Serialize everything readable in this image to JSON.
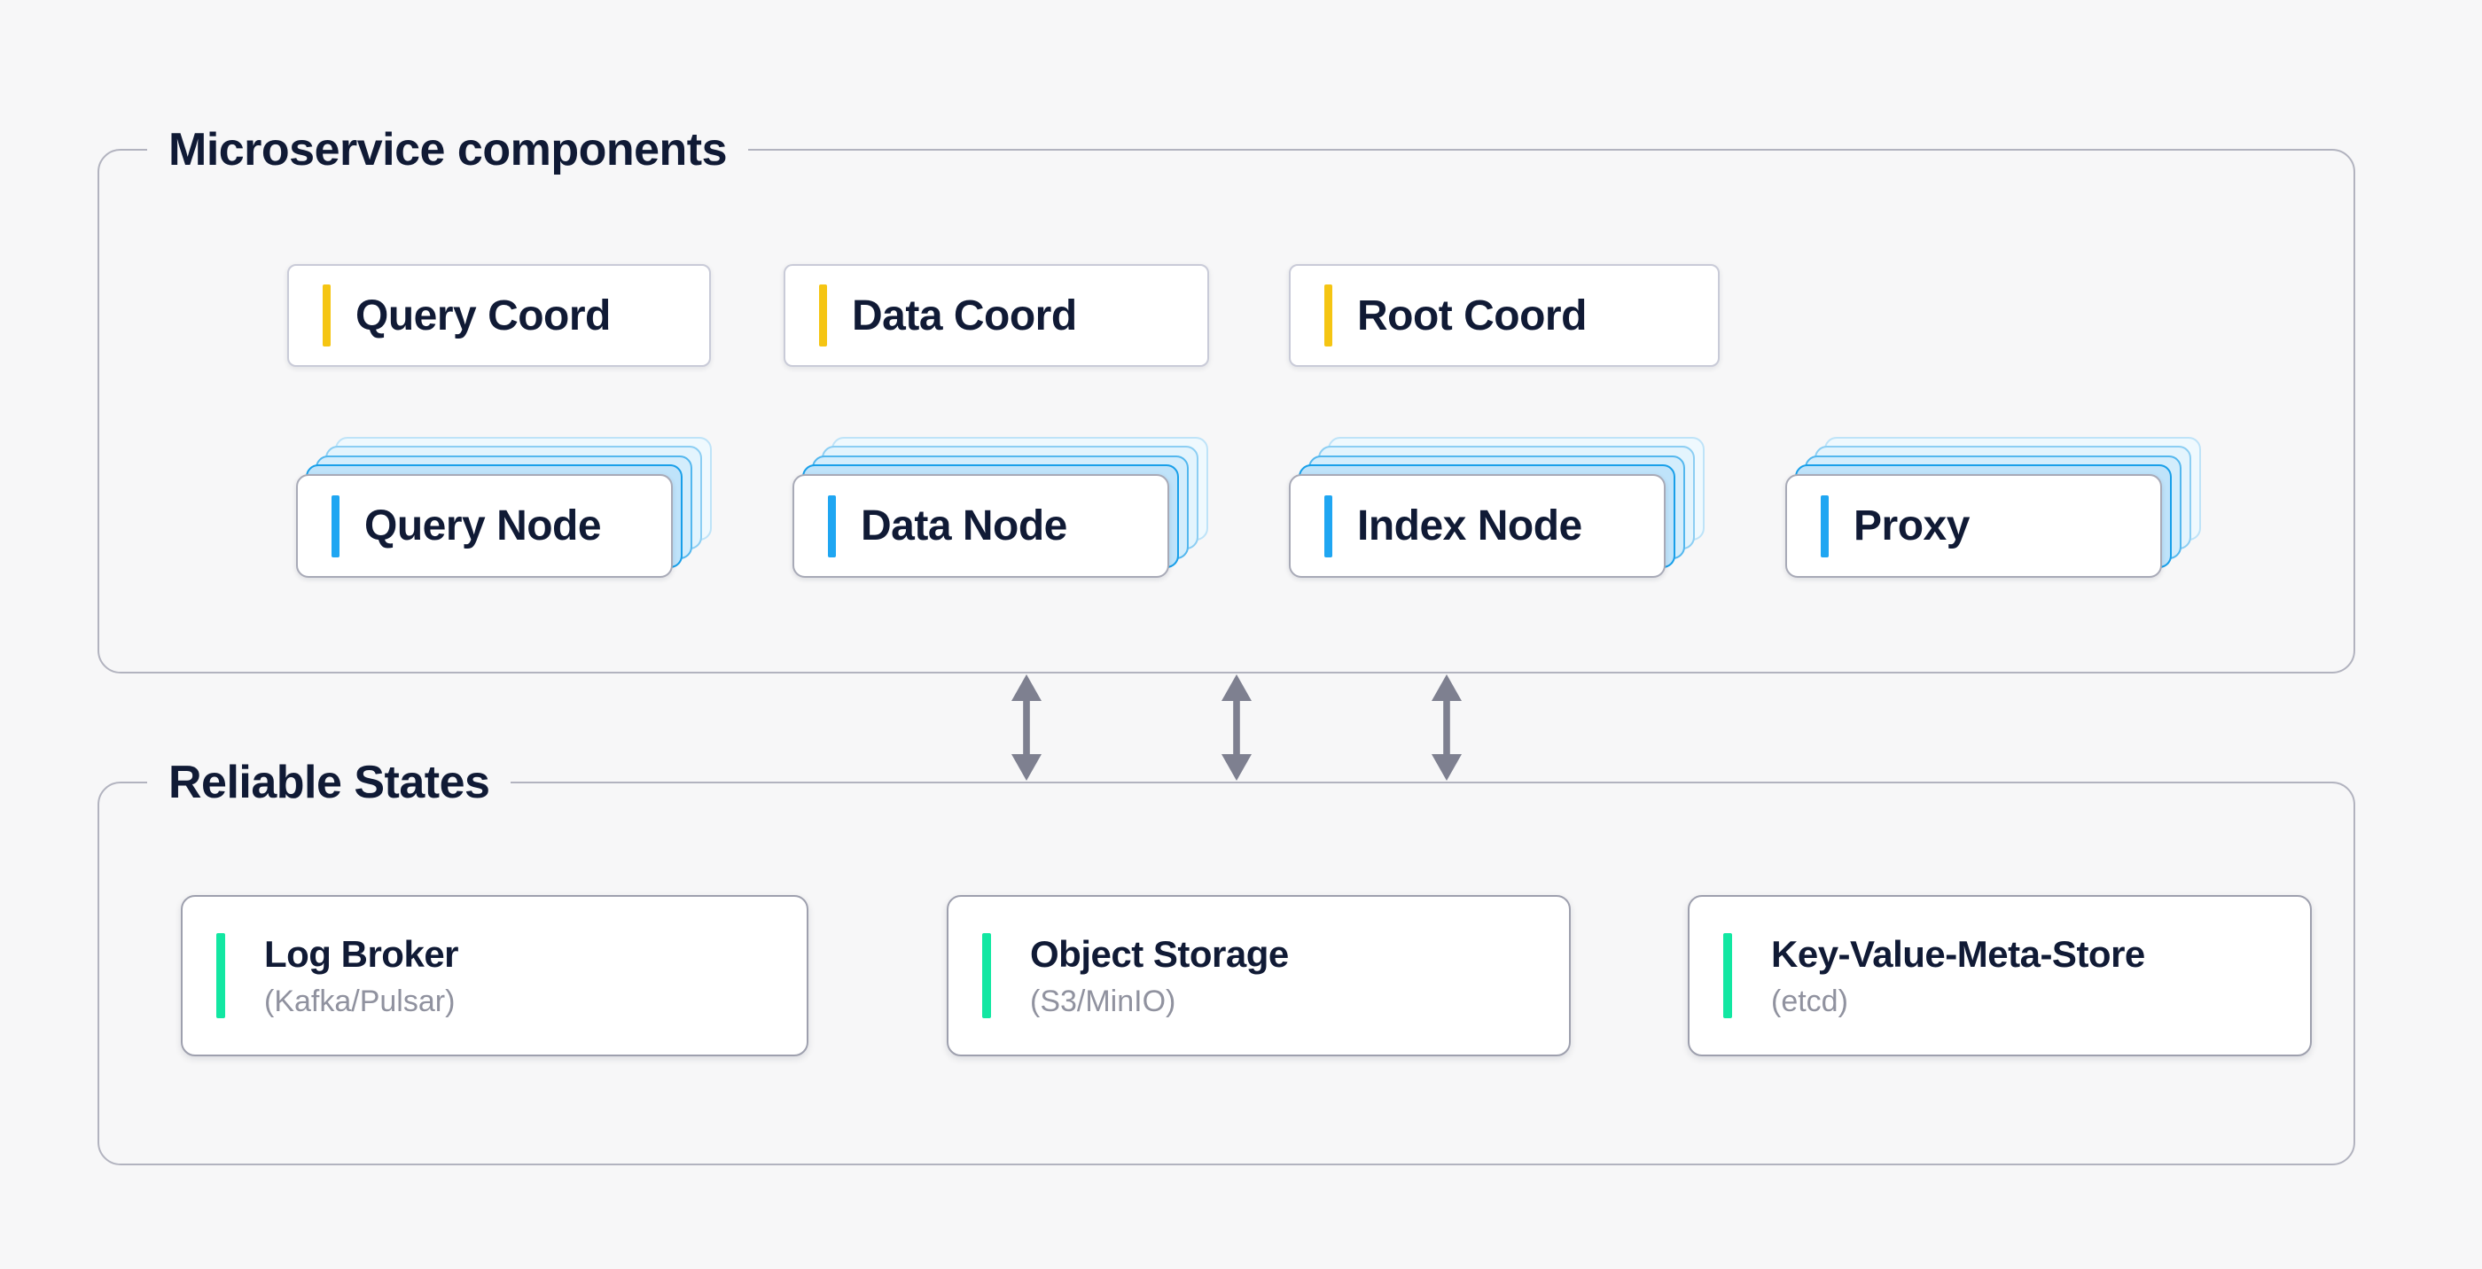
{
  "diagram": {
    "background": "#F7F7F8",
    "groups": {
      "microservice": {
        "title": "Microservice components",
        "coordinators": [
          {
            "label": "Query Coord"
          },
          {
            "label": "Data Coord"
          },
          {
            "label": "Root Coord"
          }
        ],
        "workers": [
          {
            "label": "Query Node"
          },
          {
            "label": "Data Node"
          },
          {
            "label": "Index Node"
          },
          {
            "label": "Proxy"
          }
        ]
      },
      "reliable_states": {
        "title": "Reliable States",
        "stores": [
          {
            "title": "Log Broker",
            "subtitle": "(Kafka/Pulsar)"
          },
          {
            "title": "Object Storage",
            "subtitle": "(S3/MinIO)"
          },
          {
            "title": "Key-Value-Meta-Store",
            "subtitle": "(etcd)"
          }
        ]
      }
    },
    "connectors": {
      "type": "double-headed-vertical-arrow",
      "count": 3,
      "color": "#7E8090"
    },
    "accents": {
      "coordinator": "#F5C513",
      "worker": "#1FA6F2",
      "store": "#12E7A2"
    },
    "text_colors": {
      "primary": "#101A35",
      "secondary": "#90929F"
    },
    "border_color": "#B2B3BF"
  }
}
